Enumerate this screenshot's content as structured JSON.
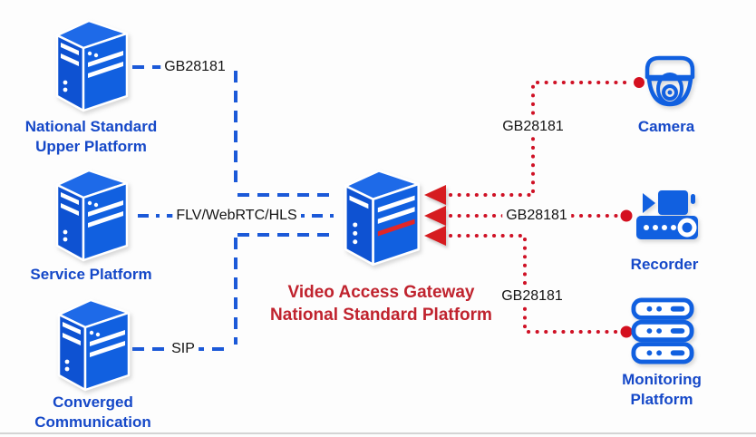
{
  "nodes": {
    "upper": {
      "line1": "National Standard",
      "line2": "Upper Platform"
    },
    "service": {
      "label": "Service Platform"
    },
    "converged": {
      "line1": "Converged",
      "line2": "Communication"
    },
    "gateway": {
      "line1": "Video Access Gateway",
      "line2": "National Standard Platform"
    },
    "camera": {
      "label": "Camera"
    },
    "recorder": {
      "label": "Recorder"
    },
    "monitoring": {
      "line1": "Monitoring",
      "line2": "Platform"
    }
  },
  "links": {
    "upper_to_gateway": "GB28181",
    "service_to_gateway": "FLV/WebRTC/HLS",
    "converged_to_gateway": "SIP",
    "camera_to_gateway": "GB28181",
    "recorder_to_gateway": "GB28181",
    "monitoring_to_gateway": "GB28181"
  },
  "colors": {
    "icon_blue": "#1160e0",
    "icon_blue_dark": "#0e52d2",
    "icon_blue_top": "#1e6ae8",
    "line_blue": "#1b59d8",
    "label_blue": "#1548c8",
    "line_red": "#cf1125",
    "title_red": "#c0232e",
    "text_black": "#141414"
  }
}
